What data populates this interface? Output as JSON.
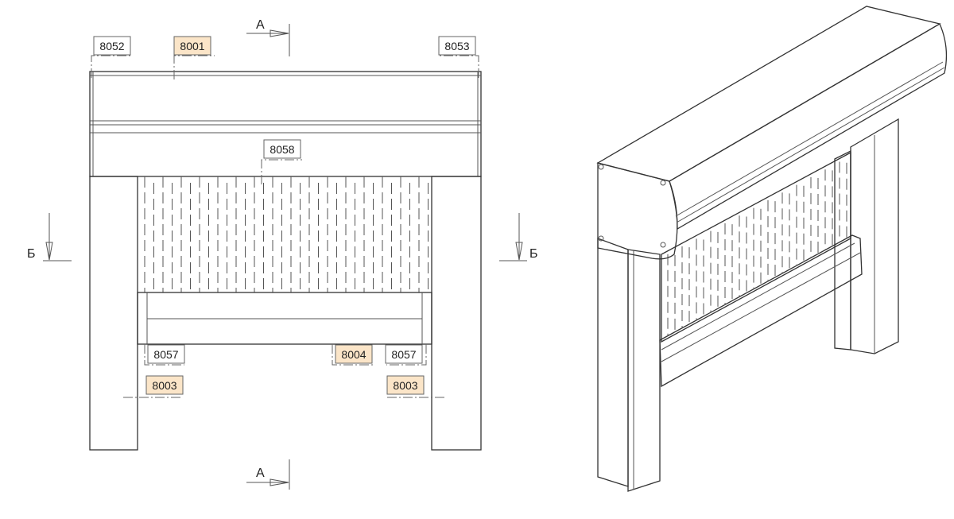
{
  "colors": {
    "highlight": "#fbe5c8",
    "line": "#555555"
  },
  "section_marks": {
    "a_top": "А",
    "a_bottom": "А",
    "b_left": "Б",
    "b_right": "Б"
  },
  "labels": {
    "l8052": {
      "text": "8052",
      "highlighted": false
    },
    "l8001": {
      "text": "8001",
      "highlighted": true
    },
    "l8053": {
      "text": "8053",
      "highlighted": false
    },
    "l8058": {
      "text": "8058",
      "highlighted": false
    },
    "l8057a": {
      "text": "8057",
      "highlighted": false
    },
    "l8004": {
      "text": "8004",
      "highlighted": true
    },
    "l8057b": {
      "text": "8057",
      "highlighted": false
    },
    "l8003a": {
      "text": "8003",
      "highlighted": true
    },
    "l8003b": {
      "text": "8003",
      "highlighted": true
    }
  }
}
